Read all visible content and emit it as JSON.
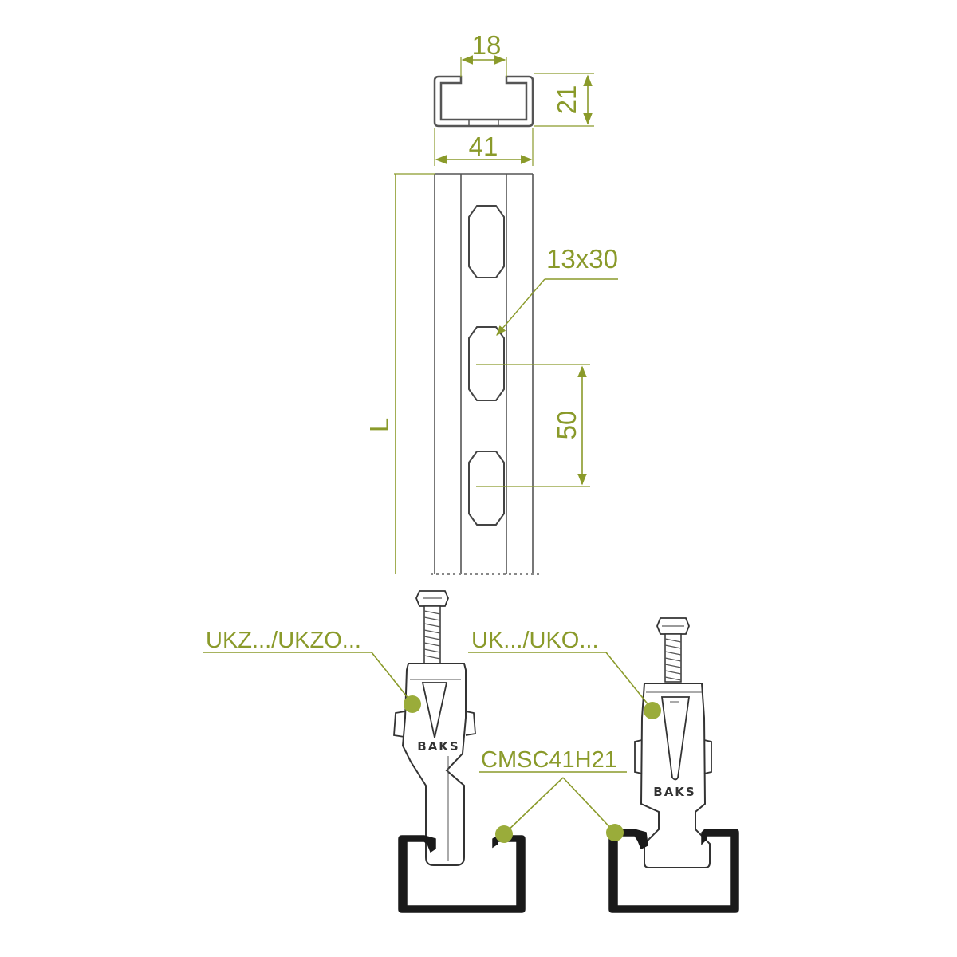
{
  "colors": {
    "accent": "#8a9a2a",
    "dot": "#9aac3a",
    "line": "#555555",
    "profile": "#1a1a1a"
  },
  "dimensions": {
    "opening_width": "18",
    "height": "21",
    "width": "41",
    "slot_size": "13x30",
    "slot_pitch": "50",
    "length": "L"
  },
  "labels": {
    "clamp_left": "UKZ.../UKZO...",
    "clamp_right": "UK.../UKO...",
    "channel": "CMSC41H21"
  },
  "logo": {
    "text": "BAKS"
  }
}
